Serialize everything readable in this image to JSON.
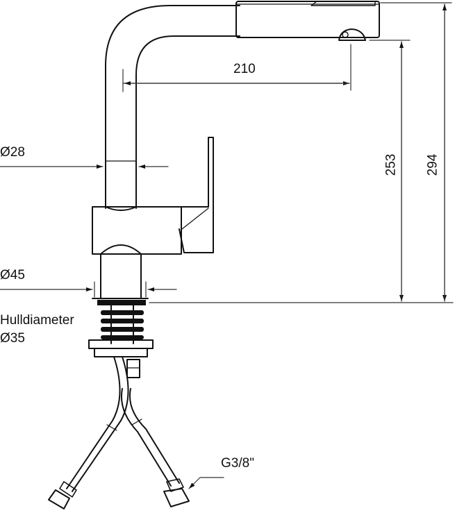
{
  "colors": {
    "stroke": "#111111",
    "dimension": "#333333",
    "background": "#ffffff"
  },
  "dimensions": {
    "reach": "210",
    "spout_height": "253",
    "total_height": "294",
    "spout_diameter": "Ø28",
    "body_diameter": "Ø45",
    "hole_diameter_title": "Hulldiameter",
    "hole_diameter_value": "Ø35",
    "hose_connection": "G3/8\""
  }
}
